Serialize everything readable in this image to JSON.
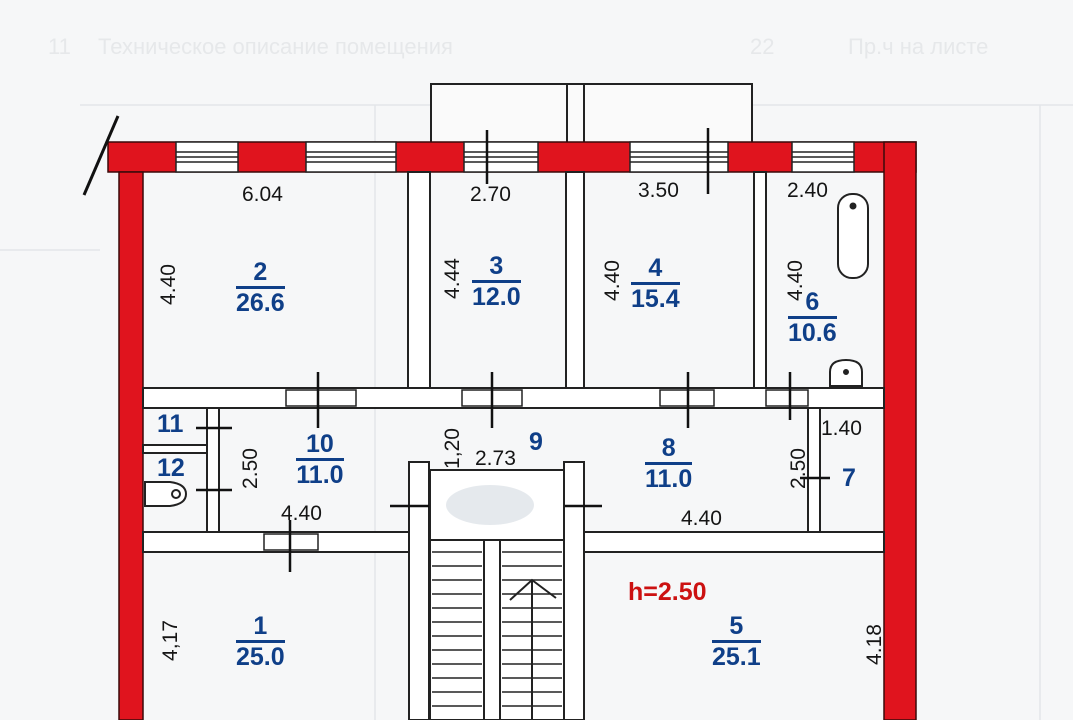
{
  "header": {
    "left_text": "Техническое описание помещения",
    "index_a": "11",
    "index_b": "22",
    "right_text": "Пр.ч на листе"
  },
  "colors": {
    "wall": "#e0141e",
    "wall_outline": "#3a0a0a",
    "room_label": "#0f3f88",
    "height_label": "#cc1111",
    "line": "#222222"
  },
  "dimensions": {
    "d_6_04": "6.04",
    "d_2_70": "2.70",
    "d_3_50": "3.50",
    "d_2_40": "2.40",
    "d_4_40_a": "4.40",
    "d_4_44": "4.44",
    "d_4_40_b": "4.40",
    "d_4_40_c": "4.40",
    "d_2_50_a": "2.50",
    "d_1_20": "1,20",
    "d_2_73": "2.73",
    "d_2_50_b": "2.50",
    "d_1_40": "1.40",
    "d_4_40_d": "4.40",
    "d_4_40_e": "4.40",
    "d_4_17": "4,17",
    "d_4_18": "4.18"
  },
  "rooms": [
    {
      "id": "2",
      "number": "2",
      "area": "26.6"
    },
    {
      "id": "3",
      "number": "3",
      "area": "12.0"
    },
    {
      "id": "4",
      "number": "4",
      "area": "15.4"
    },
    {
      "id": "6",
      "number": "6",
      "area": "10.6"
    },
    {
      "id": "10",
      "number": "10",
      "area": "11.0"
    },
    {
      "id": "8",
      "number": "8",
      "area": "11.0"
    },
    {
      "id": "1",
      "number": "1",
      "area": "25.0"
    },
    {
      "id": "5",
      "number": "5",
      "area": "25.1"
    }
  ],
  "labels": {
    "room_11": "11",
    "room_12": "12",
    "room_9": "9",
    "room_7": "7"
  },
  "ceiling_height": "h=2.50"
}
